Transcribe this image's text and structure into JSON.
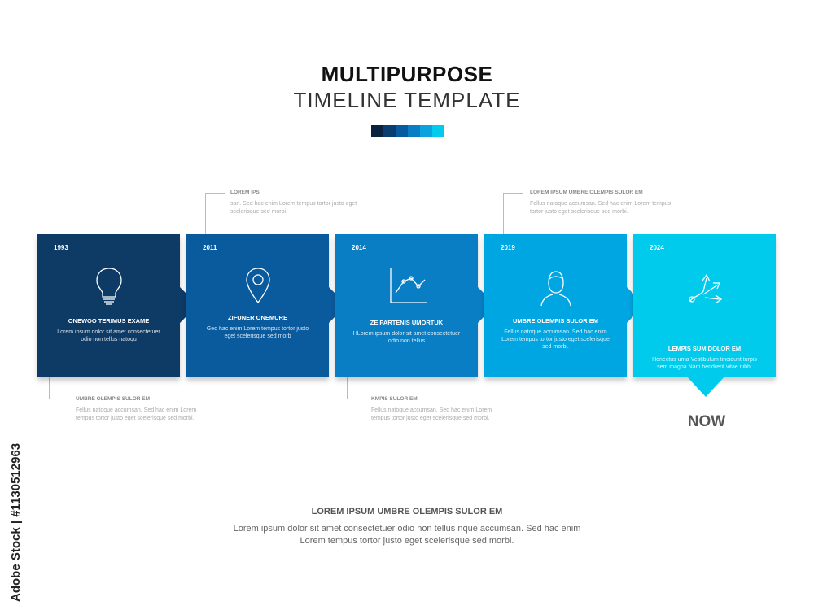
{
  "header": {
    "title": "MULTIPURPOSE",
    "subtitle": "TIMELINE TEMPLATE",
    "swatch_colors": [
      "#0a2240",
      "#0c3d70",
      "#0a5aa0",
      "#0a7ec5",
      "#0aa3e0",
      "#00cbec"
    ]
  },
  "steps": [
    {
      "year": "1993",
      "title": "ONEWOO TERIMUS EXAME",
      "text": "Lorem ipsum dolor sit amet consectetuer odio non tellus natoqu",
      "icon": "lightbulb-icon",
      "color": "#0e3a66"
    },
    {
      "year": "2011",
      "title": "ZIFUNER ONEMURE",
      "text": "Ged hac enim Lorem tempus tortor justo eget scelerisque sed morb",
      "icon": "map-pin-icon",
      "color": "#0a5a9e"
    },
    {
      "year": "2014",
      "title": "ZE PARTENIS UMORTUK",
      "text": "HLorem ipsum dolor sit amet consectetuer odio non tellus",
      "icon": "chart-icon",
      "color": "#0a7ec5"
    },
    {
      "year": "2019",
      "title": "UMBRE OLEMPIS SULOR EM",
      "text": "Fellus natoque accumsan. Sed hac enim Lorem tempus tortor justo eget scelerisque sed morbi.",
      "icon": "person-icon",
      "color": "#00a6e2"
    },
    {
      "year": "2024",
      "title": "LEMPIS SUM DOLOR EM",
      "text": "Henectus urna Vestibulum tincidunt turpis sem magna Nam hendrerit vitae nibh.",
      "icon": "arrows-icon",
      "color": "#00cbec"
    }
  ],
  "callouts_top": [
    {
      "title": "LOREM IPS",
      "text": "san. Sed hac enim Lorem tempus tortor justo eget scelerisque sed morbi."
    },
    {
      "title": "LOREM IPSUM UMBRE OLEMPIS SULOR EM",
      "text": "Fellus natoque accumsan. Sed hac enim Lorem tempus tortor justo eget scelerisque sed morbi."
    }
  ],
  "callouts_bottom": [
    {
      "title": "UMBRE OLEMPIS SULOR EM",
      "text": "Fellus natoque accumsan. Sed hac enim Lorem tempus tortor justo eget scelerisque sed morbi."
    },
    {
      "title": "KMPIS SULOR EM",
      "text": "Fellus natoque accumsan. Sed hac enim Lorem tempus tortor justo eget scelerisque sed morbi."
    }
  ],
  "now_label": "NOW",
  "footer": {
    "title": "LOREM IPSUM UMBRE OLEMPIS SULOR EM",
    "text": "Lorem ipsum dolor sit amet consectetuer odio non tellus nque accumsan. Sed hac enim Lorem tempus tortor justo eget scelerisque sed morbi."
  },
  "watermark": "Adobe Stock | #1130512963"
}
